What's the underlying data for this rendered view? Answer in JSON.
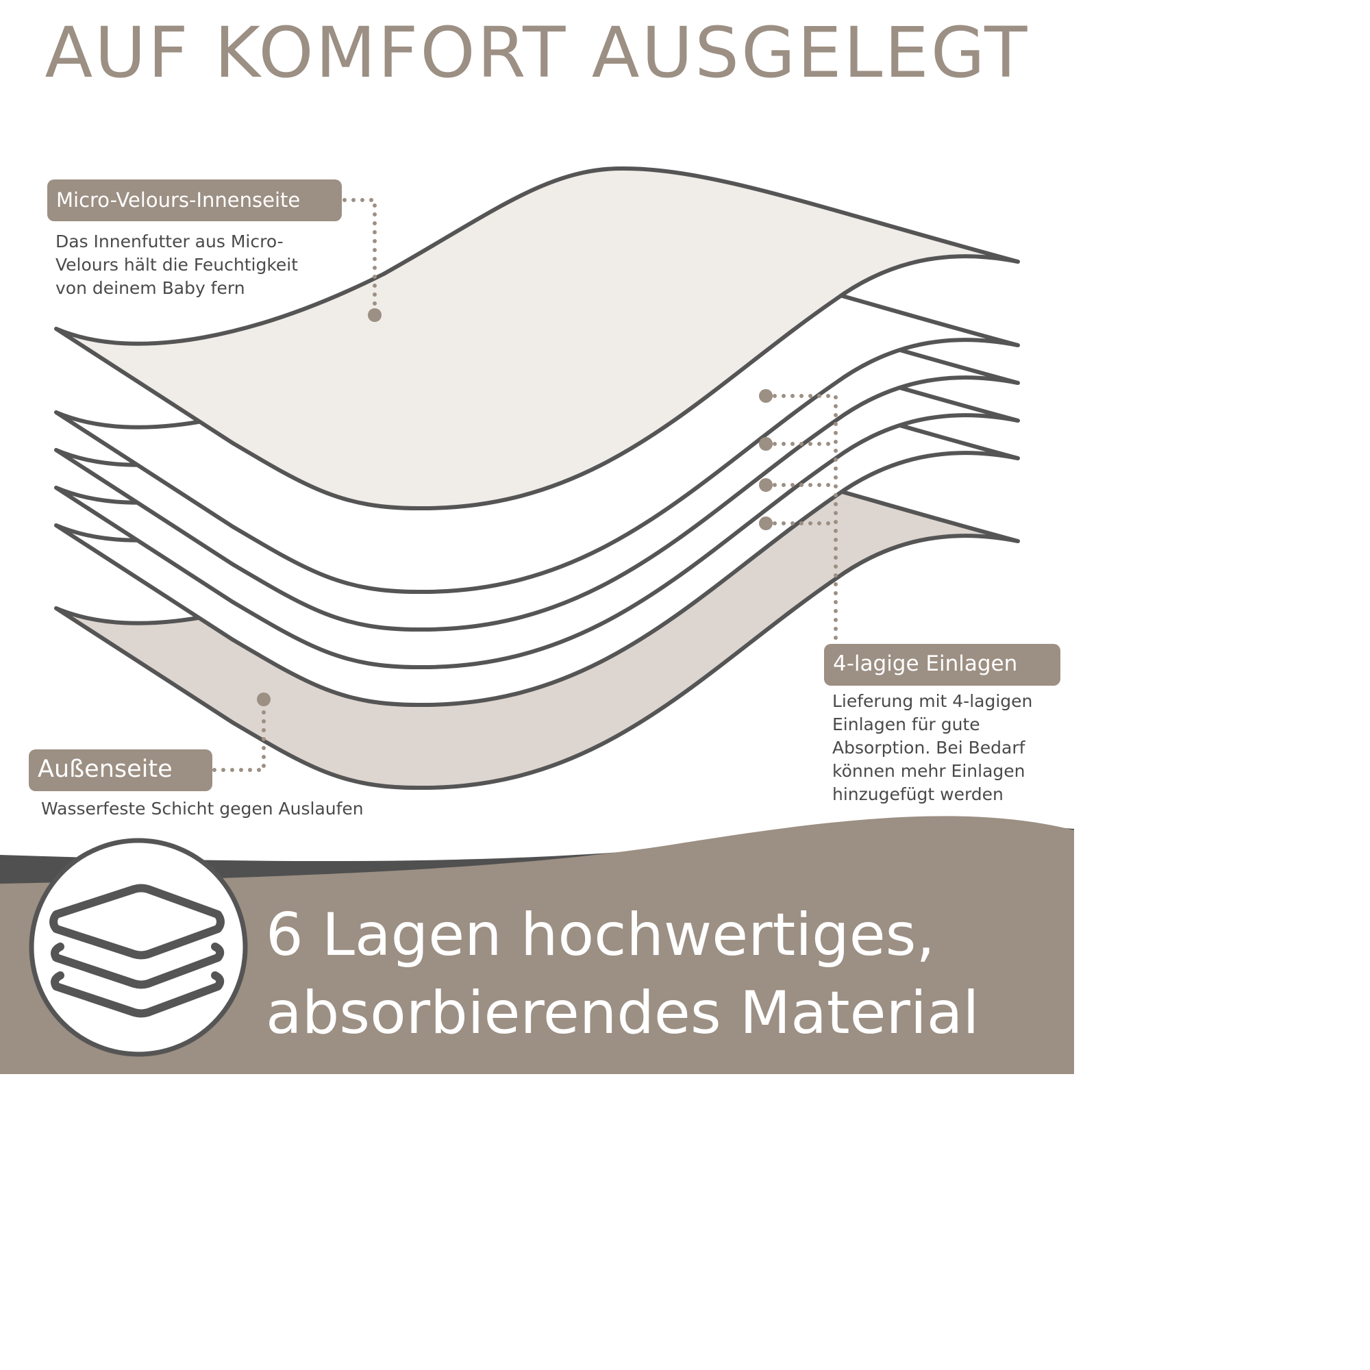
{
  "title": "AUF KOMFORT AUSGELEGT",
  "colors": {
    "accent": "#9c8f83",
    "outline": "#555555",
    "top_layer_fill": "#f0ece8",
    "middle_layer_fill": "#ffffff",
    "bottom_layer_fill": "#ddd5d0",
    "banner": "#9c8f83",
    "banner_shadow": "#505050"
  },
  "labels": {
    "inner": {
      "title": "Micro-Velours-Innenseite",
      "lines": [
        "Das Innenfutter aus Micro-",
        "Velours hält die Feuchtigkeit",
        "von deinem Baby fern"
      ]
    },
    "inserts": {
      "title": "4-lagige Einlagen",
      "lines": [
        "Lieferung mit 4-lagigen",
        "Einlagen für gute",
        "Absorption. Bei Bedarf",
        "können mehr Einlagen",
        "hinzugefügt werden"
      ]
    },
    "outer": {
      "title": "Außenseite",
      "lines": [
        "Wasserfeste Schicht gegen Auslaufen"
      ]
    }
  },
  "headline": {
    "line1": "6 Lagen hochwertiges,",
    "line2": "absorbierendes Material"
  },
  "icons": {
    "layers": "layers-stack-icon"
  }
}
